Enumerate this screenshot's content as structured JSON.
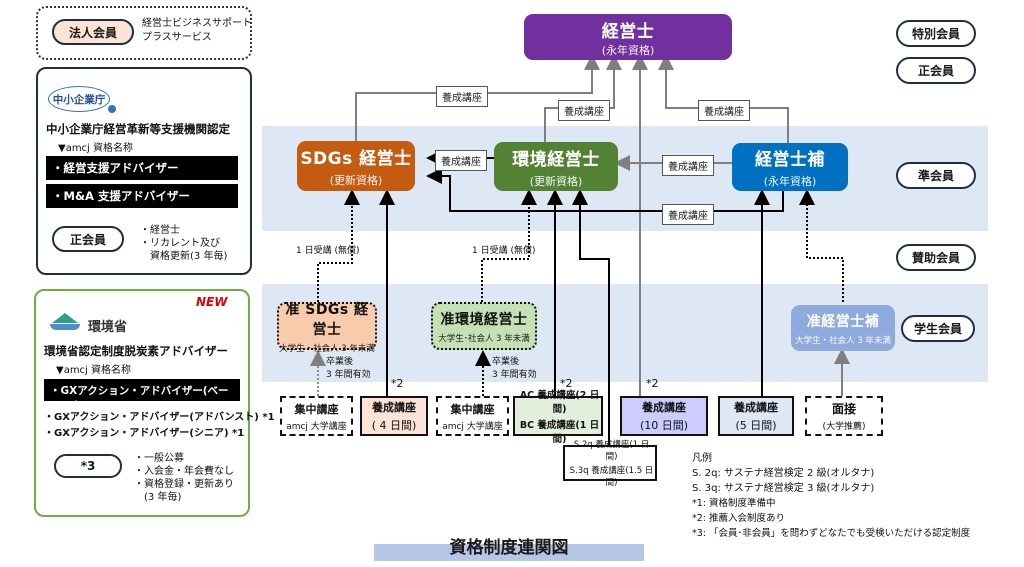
{
  "title": "資格制度連関図",
  "corporate_box": {
    "badge": "法人会員",
    "desc_line1": "経営士ビジネスサポート",
    "desc_line2": "プラスサービス"
  },
  "sme_box": {
    "logo_text": "中小企業庁",
    "heading": "中小企業庁経営革新等支援機関認定",
    "sub": "▼amcj 資格名称",
    "items": [
      "・経営支援アドバイザー",
      "・M&A 支援アドバイザー"
    ],
    "badge": "正会員",
    "bullets": [
      "・経営士",
      "・リカレント及び",
      "　資格更新(3 年毎)"
    ]
  },
  "env_box": {
    "new_tag": "NEW",
    "logo_text": "環境省",
    "heading": "環境省認定制度脱炭素アドバイザー",
    "sub": "▼amcj 資格名称",
    "highlight": "・GXアクション・アドバイザー(ベーシック)",
    "items": [
      "・GXアクション・アドバイザー(アドバンスト) *1",
      "・GXアクション・アドバイザー(シニア) *1"
    ],
    "badge": "*3",
    "bullets": [
      "・一般公募",
      "・入会金・年会費なし",
      "・資格登録・更新あり",
      "　(3 年毎)"
    ]
  },
  "membership": {
    "special": "特別会員",
    "regular": "正会員",
    "associate": "準会員",
    "supporting": "賛助会員",
    "student": "学生会員"
  },
  "qualifications": {
    "keieishi": {
      "title": "経営士",
      "sub": "(永年資格)",
      "color": "#7030a0"
    },
    "sdgs": {
      "title": "SDGs 経営士",
      "sub": "(更新資格)",
      "color": "#c55a11"
    },
    "env": {
      "title": "環境経営士",
      "sub": "(更新資格)",
      "color": "#548235"
    },
    "ho": {
      "title": "経営士補",
      "sub": "(永年資格)",
      "color": "#0070c0"
    },
    "jun_sdgs": {
      "title": "准 SDGs 経営士",
      "sub": "大学生・社会人 3 年未満",
      "color": "#f8cbad"
    },
    "jun_env": {
      "title": "准環境経営士",
      "sub": "大学生･社会人 3 年未満",
      "color": "#c5e0b4"
    },
    "jun_ho": {
      "title": "准経営士補",
      "sub": "大学生・社会人 3 年未満",
      "color": "#8faadc"
    }
  },
  "connector_labels": {
    "training": "養成講座",
    "one_day": "1 日受講 (無償)",
    "after_grad_1": "卒業後",
    "after_grad_2": "3 年間有効",
    "star2": "*2"
  },
  "courses": {
    "intensive_a": {
      "title": "集中講座",
      "sub": "amcj 大学講座"
    },
    "training_4": {
      "title": "養成講座",
      "sub": "( 4 日間)"
    },
    "intensive_b": {
      "title": "集中講座",
      "sub": "amcj 大学講座"
    },
    "acbc_1": "AC 養成講座(2 日間)",
    "acbc_2": "BC 養成講座(1 日間)",
    "training_10": {
      "title": "養成講座",
      "sub": "(10 日間)"
    },
    "training_5": {
      "title": "養成講座",
      "sub": "(5 日間)"
    },
    "interview": {
      "title": "面接",
      "sub": "(大学推薦)"
    },
    "s_box_1": "S.2q 養成講座(1 日間)",
    "s_box_2": "S.3q 養成講座(1.5 日間)"
  },
  "legend": {
    "heading": "凡例",
    "lines": [
      "S. 2q:  サステナ経営検定 2 級(オルタナ)",
      "S. 3q:  サステナ経営検定 3 級(オルタナ)",
      " *1:  資格制度準備中",
      " *2:  推薦入会制度あり",
      " *3: 「会員･非会員」を問わずどなたでも受検いただける認定制度"
    ]
  }
}
